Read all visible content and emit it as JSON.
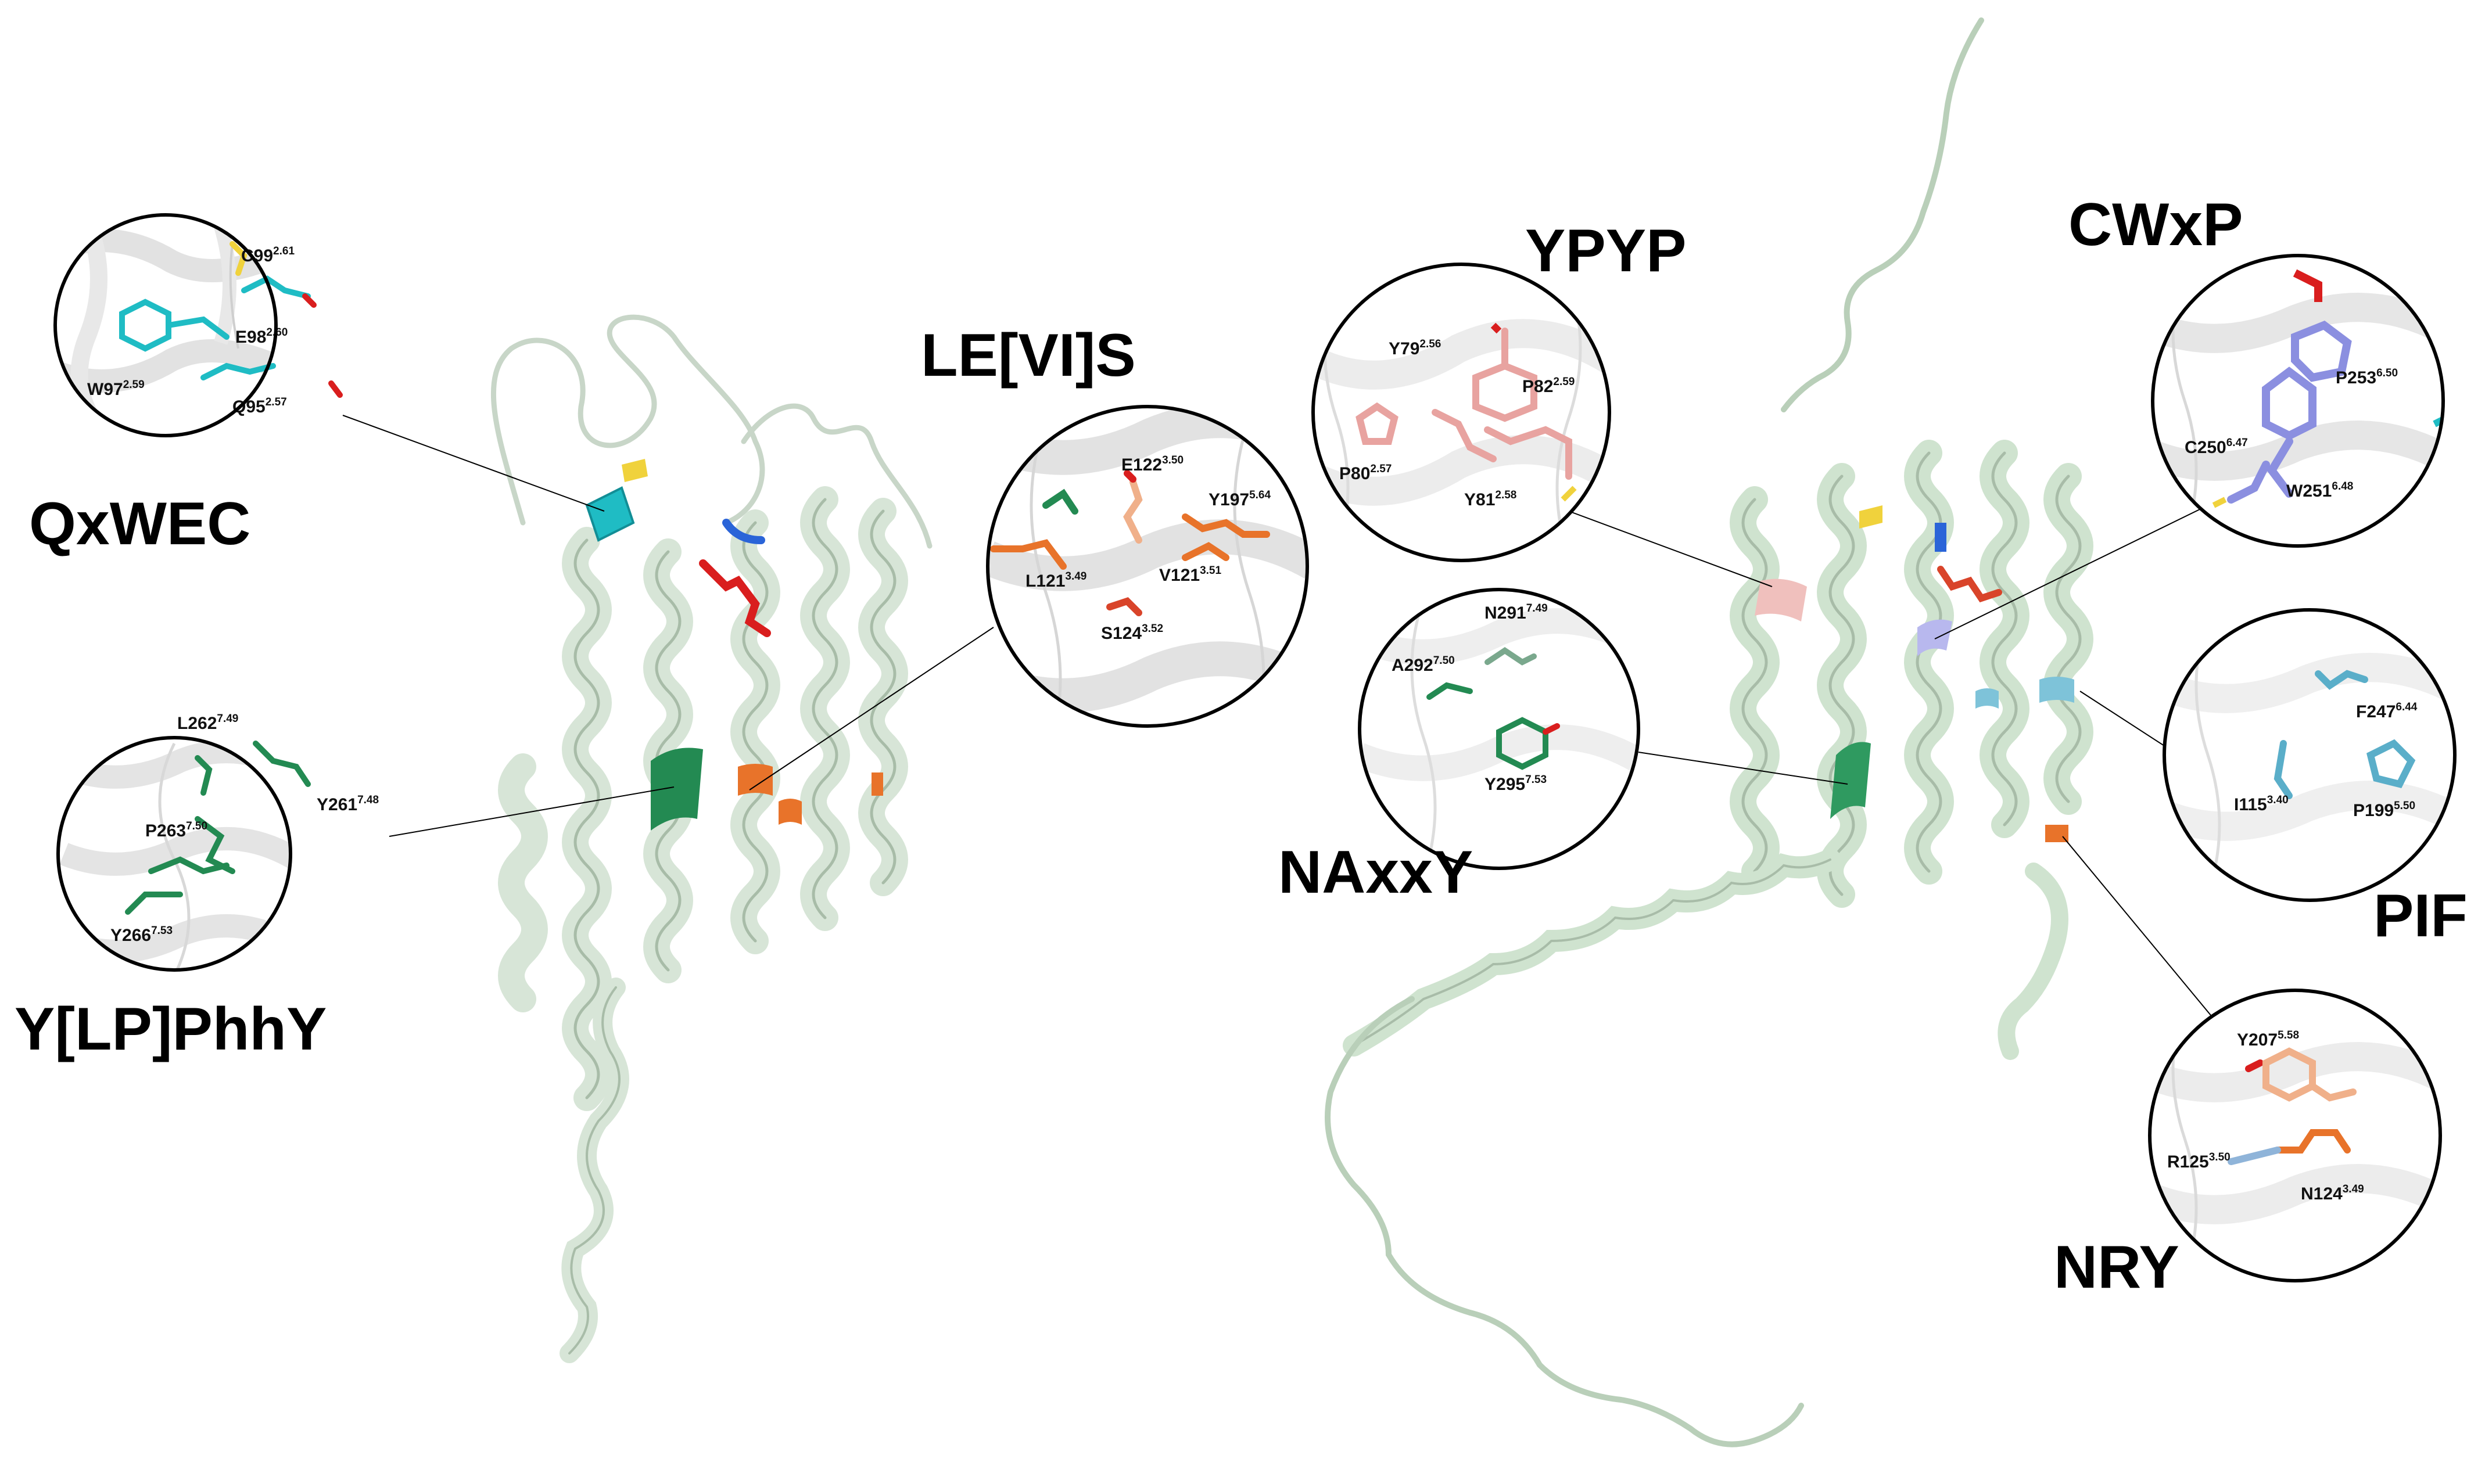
{
  "motifs": {
    "qxwec": "QxWEC",
    "ylpphhy": "Y[LP]PhhY",
    "levis": "LE[VI]S",
    "ypyp": "YPYP",
    "naxxy": "NAxxY",
    "cwxp": "CWxP",
    "pif": "PIF",
    "nry": "NRY"
  },
  "circles": [
    {
      "id": "qxwec",
      "residues": [
        {
          "name": "C99",
          "gw": "2.61"
        },
        {
          "name": "E98",
          "gw": "2.60"
        },
        {
          "name": "W97",
          "gw": "2.59"
        },
        {
          "name": "Q95",
          "gw": "2.57"
        }
      ]
    },
    {
      "id": "ylpphhy",
      "residues": [
        {
          "name": "L262",
          "gw": "7.49"
        },
        {
          "name": "Y261",
          "gw": "7.48"
        },
        {
          "name": "P263",
          "gw": "7.50"
        },
        {
          "name": "Y266",
          "gw": "7.53"
        }
      ]
    },
    {
      "id": "levis",
      "residues": [
        {
          "name": "E122",
          "gw": "3.50"
        },
        {
          "name": "Y197",
          "gw": "5.64"
        },
        {
          "name": "L121",
          "gw": "3.49"
        },
        {
          "name": "V121",
          "gw": "3.51"
        },
        {
          "name": "S124",
          "gw": "3.52"
        }
      ]
    },
    {
      "id": "ypyp",
      "residues": [
        {
          "name": "Y79",
          "gw": "2.56"
        },
        {
          "name": "P82",
          "gw": "2.59"
        },
        {
          "name": "P80",
          "gw": "2.57"
        },
        {
          "name": "Y81",
          "gw": "2.58"
        }
      ]
    },
    {
      "id": "naxxy",
      "residues": [
        {
          "name": "N291",
          "gw": "7.49"
        },
        {
          "name": "A292",
          "gw": "7.50"
        },
        {
          "name": "Y295",
          "gw": "7.53"
        }
      ]
    },
    {
      "id": "cwxp",
      "residues": [
        {
          "name": "P253",
          "gw": "6.50"
        },
        {
          "name": "C250",
          "gw": "6.47"
        },
        {
          "name": "W251",
          "gw": "6.48"
        }
      ]
    },
    {
      "id": "pif",
      "residues": [
        {
          "name": "F247",
          "gw": "6.44"
        },
        {
          "name": "I115",
          "gw": "3.40"
        },
        {
          "name": "P199",
          "gw": "5.50"
        }
      ]
    },
    {
      "id": "nry",
      "residues": [
        {
          "name": "Y207",
          "gw": "5.58"
        },
        {
          "name": "R125",
          "gw": "3.50"
        },
        {
          "name": "N124",
          "gw": "3.49"
        }
      ]
    }
  ],
  "colors": {
    "ribbon": "#d6e8d6",
    "ribbon_left": "#e4ede4",
    "ribbon_edge": "#9fb59f",
    "circle_border": "#000000",
    "cyan": "#1fbcc4",
    "teal_blue": "#5aaec9",
    "green": "#238a52",
    "orange": "#e8732a",
    "salmon": "#f0b08a",
    "pink": "#e8a3a0",
    "lavender": "#8b8fe0",
    "red": "#d91e1e",
    "yellow": "#f0d23c",
    "blue": "#2a64d8",
    "grey_bg": "#e8e8e8"
  }
}
